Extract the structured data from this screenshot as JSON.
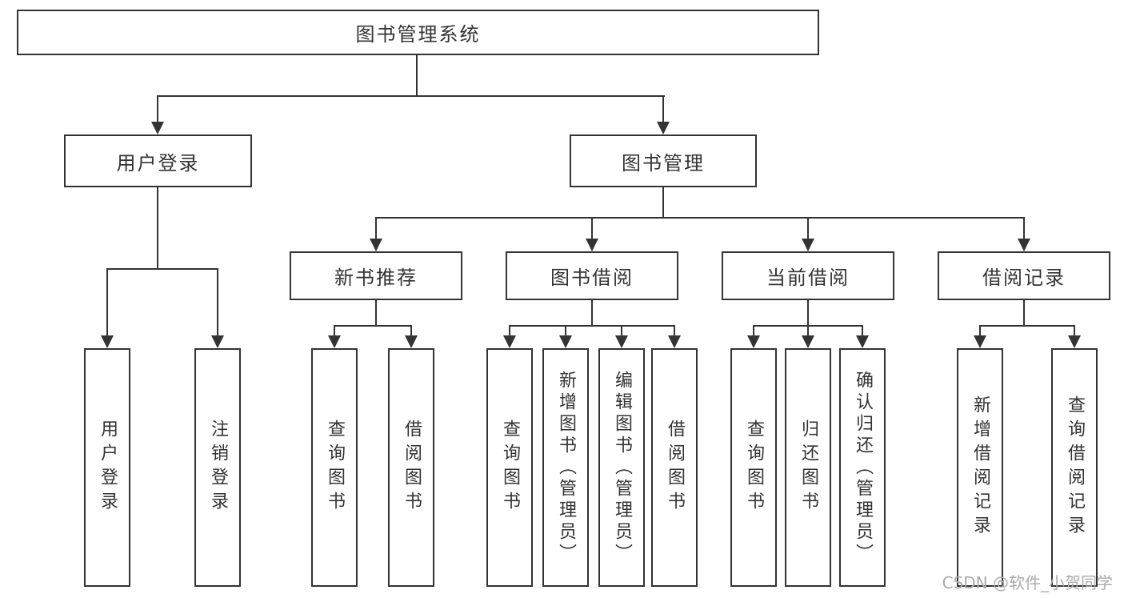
{
  "colors": {
    "line": "#333333",
    "text": "#333333",
    "box_bg": "#ffffff",
    "watermark": "#ababab",
    "background": "#ffffff"
  },
  "watermark": "CSDN @软件_小贺同学",
  "tree": {
    "root": "图书管理系统",
    "branches": [
      {
        "label": "用户登录",
        "children": [
          "用户登录",
          "注销登录"
        ]
      },
      {
        "label": "图书管理",
        "sections": [
          {
            "label": "新书推荐",
            "children": [
              "查询图书",
              "借阅图书"
            ]
          },
          {
            "label": "图书借阅",
            "children": [
              "查询图书",
              "新增图书（管理员）",
              "编辑图书（管理员）",
              "借阅图书"
            ]
          },
          {
            "label": "当前借阅",
            "children": [
              "查询图书",
              "归还图书",
              "确认归还（管理员）"
            ]
          },
          {
            "label": "借阅记录",
            "children": [
              "新增借阅记录",
              "查询借阅记录"
            ]
          }
        ]
      }
    ]
  }
}
